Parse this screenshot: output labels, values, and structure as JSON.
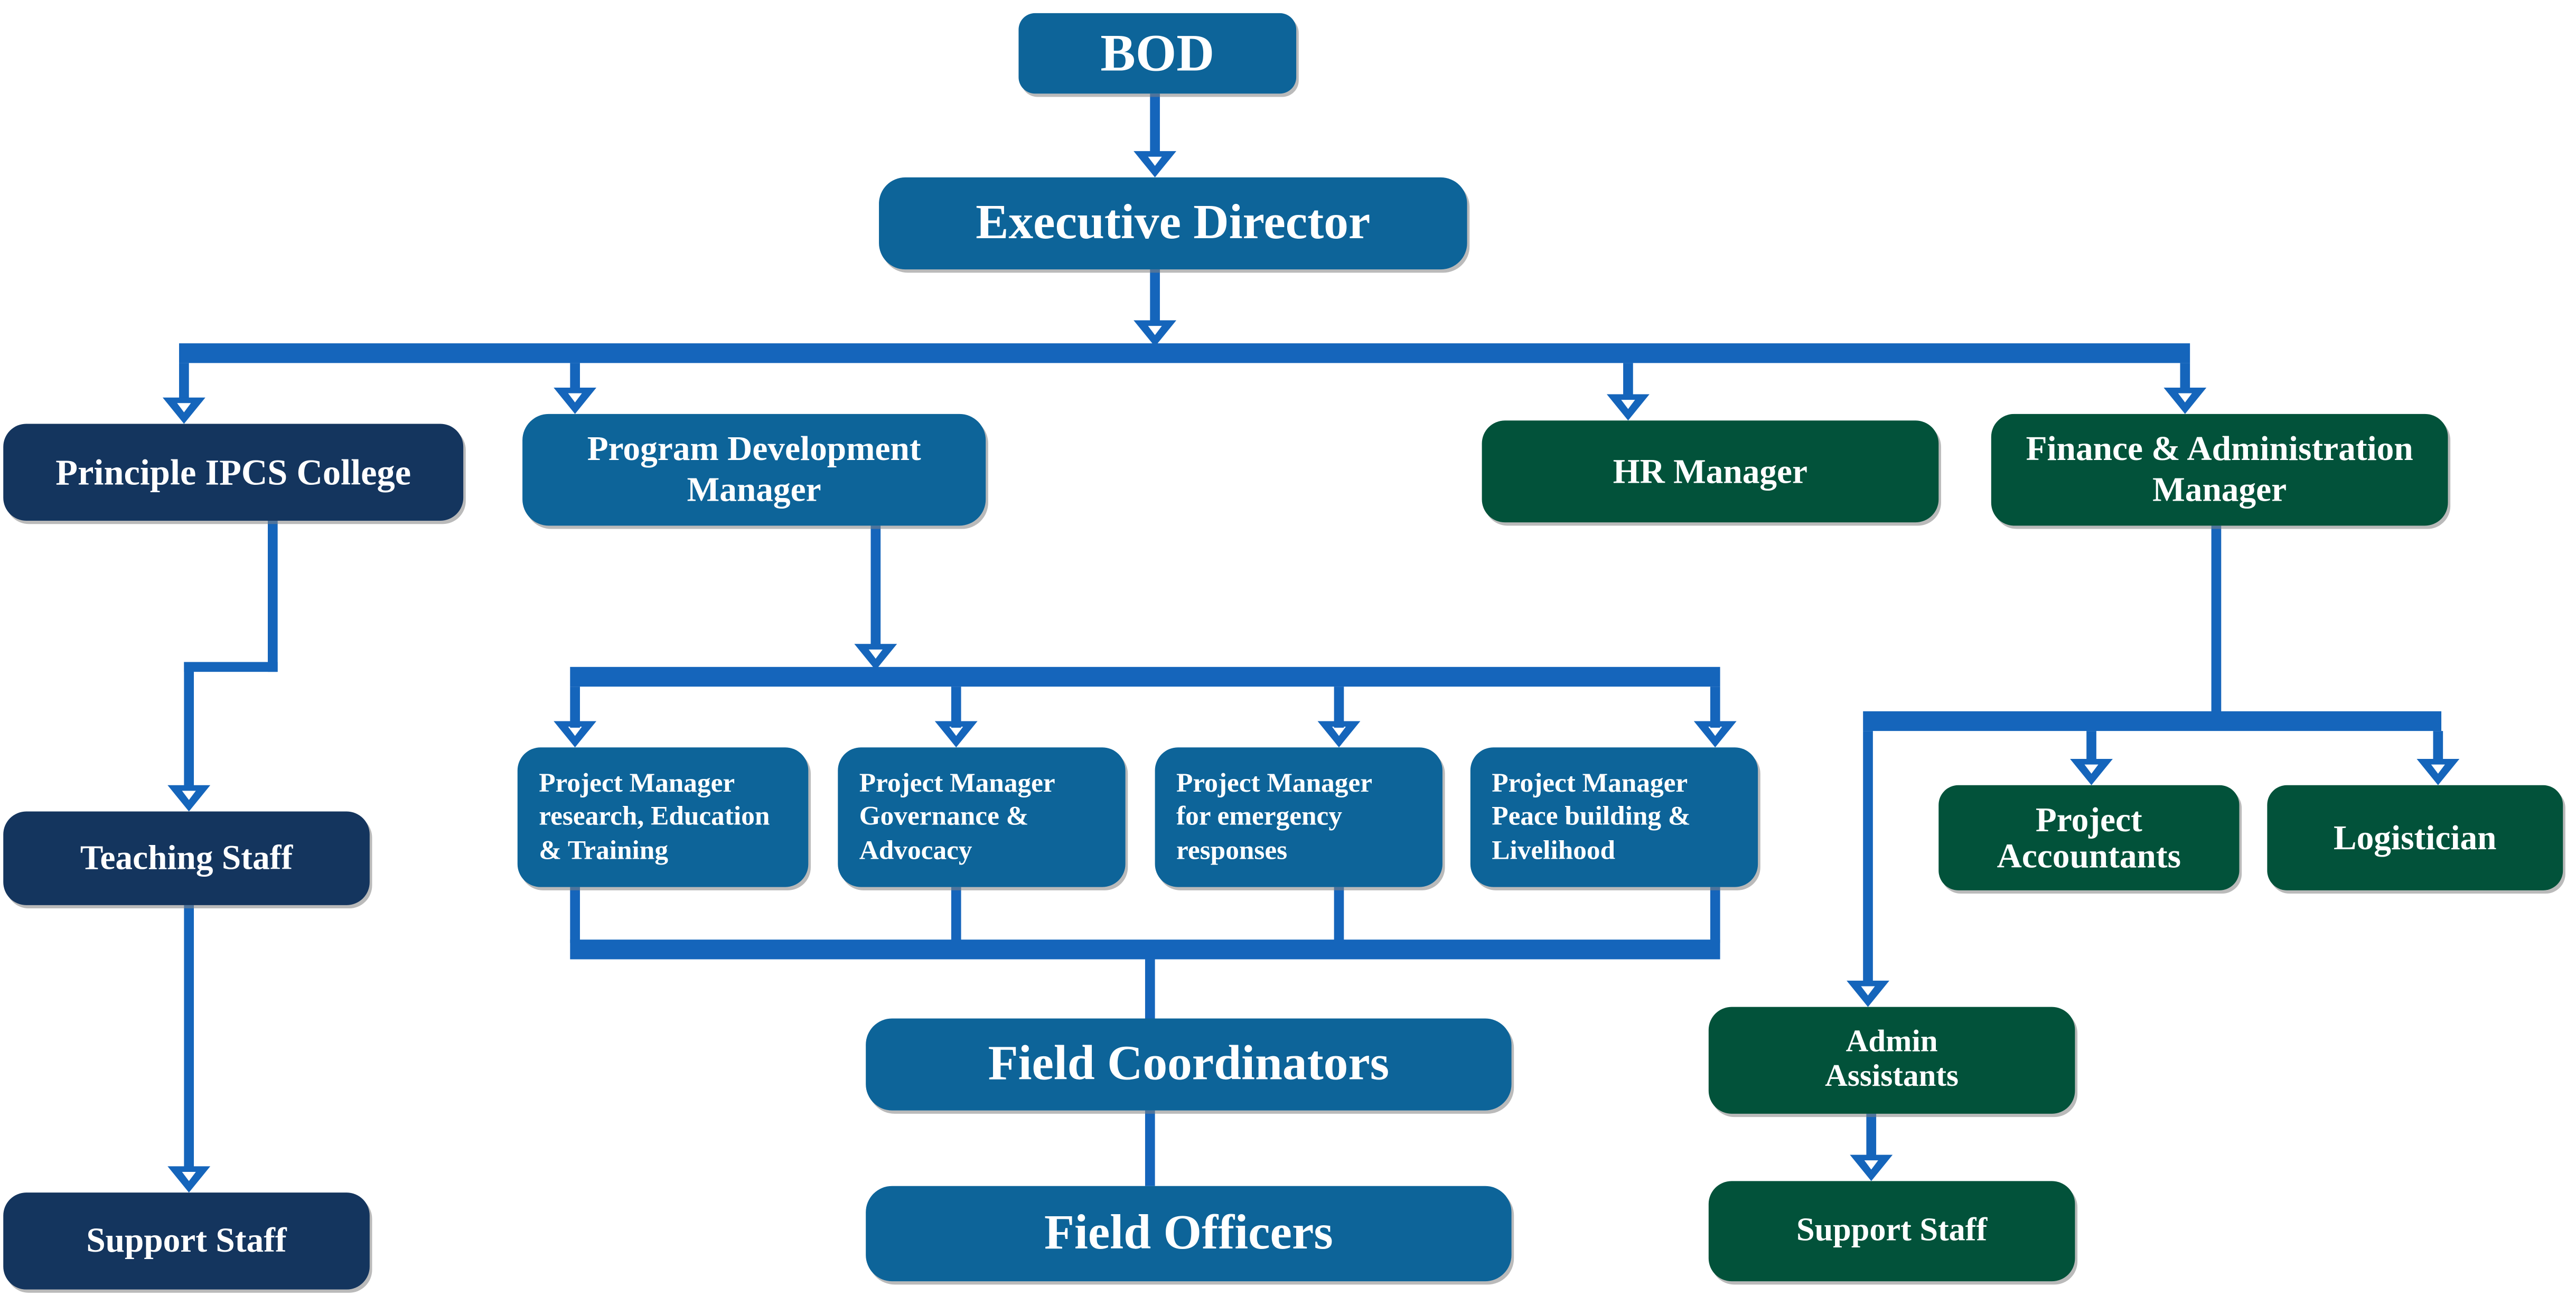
{
  "palette": {
    "box_blue": "#0d6499",
    "box_navy": "#14355e",
    "box_green": "#02523a",
    "line": "#1565bb",
    "text": "#ffffff",
    "background": "#ffffff"
  },
  "nodes": {
    "bod": {
      "label": "BOD"
    },
    "executive_director": {
      "label": "Executive Director"
    },
    "principle_ipcs_college": {
      "label": "Principle IPCS College"
    },
    "program_development_manager": {
      "label": "Program Development\nManager"
    },
    "hr_manager": {
      "label": "HR Manager"
    },
    "finance_admin_manager": {
      "label": "Finance & Administration\nManager"
    },
    "teaching_staff": {
      "label": "Teaching Staff"
    },
    "support_staff_college": {
      "label": "Support Staff"
    },
    "pm_research_education_training": {
      "label": "Project Manager\nresearch, Education\n& Training"
    },
    "pm_governance_advocacy": {
      "label": "Project Manager\nGovernance &\nAdvocacy"
    },
    "pm_emergency_responses": {
      "label": "Project Manager\nfor emergency\nresponses"
    },
    "pm_peace_building_livelihood": {
      "label": "Project Manager\nPeace building &\nLivelihood"
    },
    "field_coordinators": {
      "label": "Field Coordinators"
    },
    "field_officers": {
      "label": "Field Officers"
    },
    "project_accountants": {
      "label": "Project\nAccountants"
    },
    "logistician": {
      "label": "Logistician"
    },
    "admin_assistants": {
      "label": "Admin\nAssistants"
    },
    "support_staff_finance": {
      "label": "Support Staff"
    }
  },
  "edges": [
    [
      "BOD",
      "Executive Director"
    ],
    [
      "Executive Director",
      "Principle IPCS College"
    ],
    [
      "Executive Director",
      "Program Development Manager"
    ],
    [
      "Executive Director",
      "HR Manager"
    ],
    [
      "Executive Director",
      "Finance & Administration Manager"
    ],
    [
      "Principle IPCS College",
      "Teaching Staff"
    ],
    [
      "Teaching Staff",
      "Support Staff"
    ],
    [
      "Program Development Manager",
      "Project Manager research, Education & Training"
    ],
    [
      "Program Development Manager",
      "Project Manager Governance & Advocacy"
    ],
    [
      "Program Development Manager",
      "Project Manager for emergency responses"
    ],
    [
      "Program Development Manager",
      "Project Manager Peace building & Livelihood"
    ],
    [
      "Project Managers (all four)",
      "Field Coordinators"
    ],
    [
      "Field Coordinators",
      "Field Officers"
    ],
    [
      "Finance & Administration Manager",
      "Project Accountants"
    ],
    [
      "Finance & Administration Manager",
      "Logistician"
    ],
    [
      "Finance & Administration Manager",
      "Admin Assistants"
    ],
    [
      "Admin Assistants",
      "Support Staff"
    ]
  ]
}
